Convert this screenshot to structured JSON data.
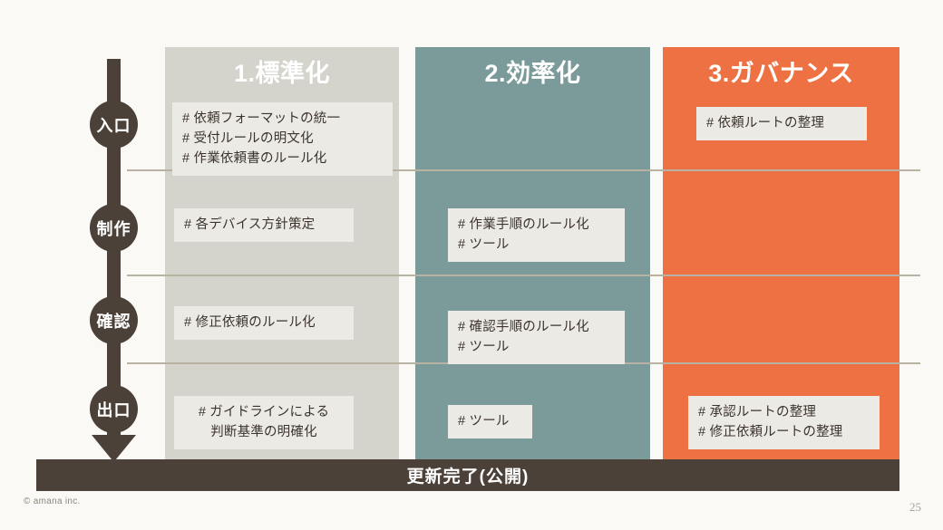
{
  "slide": {
    "page_number": "25",
    "copyright": "© amana inc.",
    "bottom_bar_label": "更新完了(公開)",
    "colors": {
      "background": "#faf9f6",
      "column_1": "#d4d4cc",
      "column_2": "#7b9b9b",
      "column_3": "#ed7142",
      "spine": "#4b4138",
      "chip": "#eceae5",
      "separator": "#b8b2a3"
    }
  },
  "columns": [
    {
      "title": "1.標準化"
    },
    {
      "title": "2.効率化"
    },
    {
      "title": "3.ガバナンス"
    }
  ],
  "stages": [
    {
      "label": "入口"
    },
    {
      "label": "制作"
    },
    {
      "label": "確認"
    },
    {
      "label": "出口"
    }
  ],
  "cells": {
    "entry_std": "# 依頼フォーマットの統一\n# 受付ルールの明文化\n# 作業依頼書のルール化",
    "entry_gov": "# 依頼ルートの整理",
    "prod_std": "# 各デバイス方針策定",
    "prod_eff": "# 作業手順のルール化\n# ツール",
    "check_std": "# 修正依頼のルール化",
    "check_eff": "# 確認手順のルール化\n# ツール",
    "exit_std": "# ガイドラインによる\n判断基準の明確化",
    "exit_eff": "# ツール",
    "exit_gov": "# 承認ルートの整理\n# 修正依頼ルートの整理"
  }
}
